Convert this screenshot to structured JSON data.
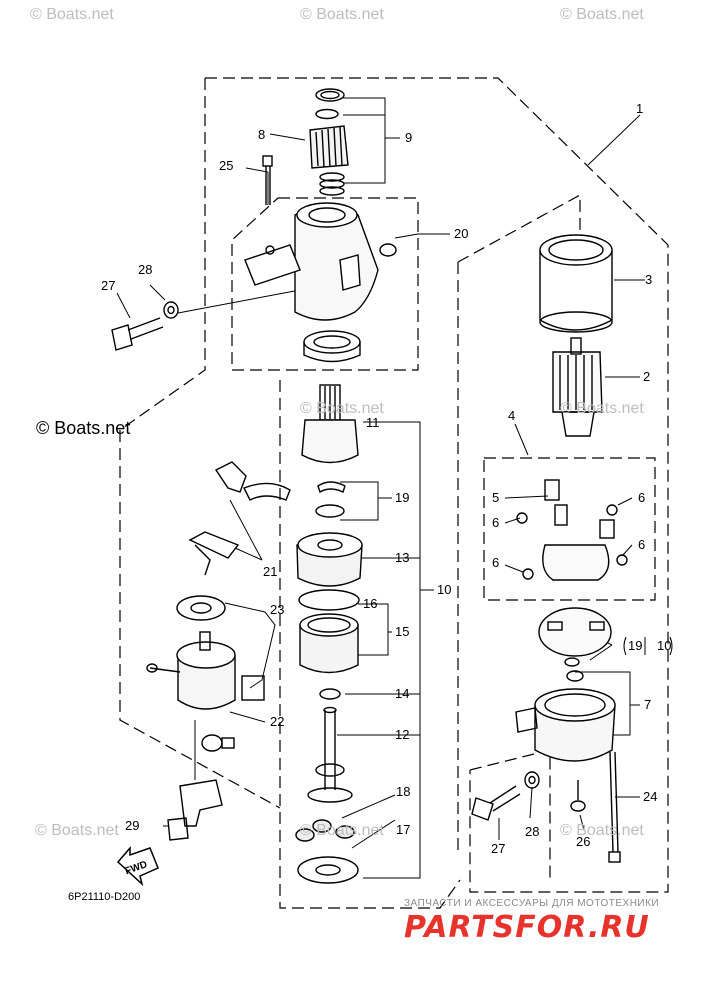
{
  "watermarks": {
    "top_left": "© Boats.net",
    "top_center": "© Boats.net",
    "top_right": "© Boats.net",
    "mid_left": "© Boats.net",
    "mid_center": "© Boats.net",
    "mid_right": "© Boats.net",
    "low_left": "© Boats.net",
    "low_center": "© Boats.net",
    "low_right": "© Boats.net"
  },
  "copyright": "© Boats.net",
  "diagram_code": "6P21110-D200",
  "fwd_label": "FWD",
  "shop_tagline": "ЗАПЧАСТИ И АКСЕССУАРЫ ДЛЯ МОТОТЕХНИКИ",
  "shop_logo": {
    "part1": "PARTS",
    "part2": "FOR",
    "part3": ".RU",
    "color": "#e8322c"
  },
  "callouts": {
    "c1": "1",
    "c2": "2",
    "c3": "3",
    "c4": "4",
    "c5": "5",
    "c6a": "6",
    "c6b": "6",
    "c6c": "6",
    "c6d": "6",
    "c7": "7",
    "c8": "8",
    "c9": "9",
    "c10a": "10",
    "c10b": "10",
    "c11": "11",
    "c12": "12",
    "c13": "13",
    "c14": "14",
    "c15": "15",
    "c16": "16",
    "c17": "17",
    "c18": "18",
    "c19a": "19",
    "c19b": "19",
    "c20": "20",
    "c21": "21",
    "c22": "22",
    "c23": "23",
    "c24": "24",
    "c25": "25",
    "c26": "26",
    "c27a": "27",
    "c27b": "27",
    "c28a": "28",
    "c28b": "28",
    "c29": "29"
  }
}
